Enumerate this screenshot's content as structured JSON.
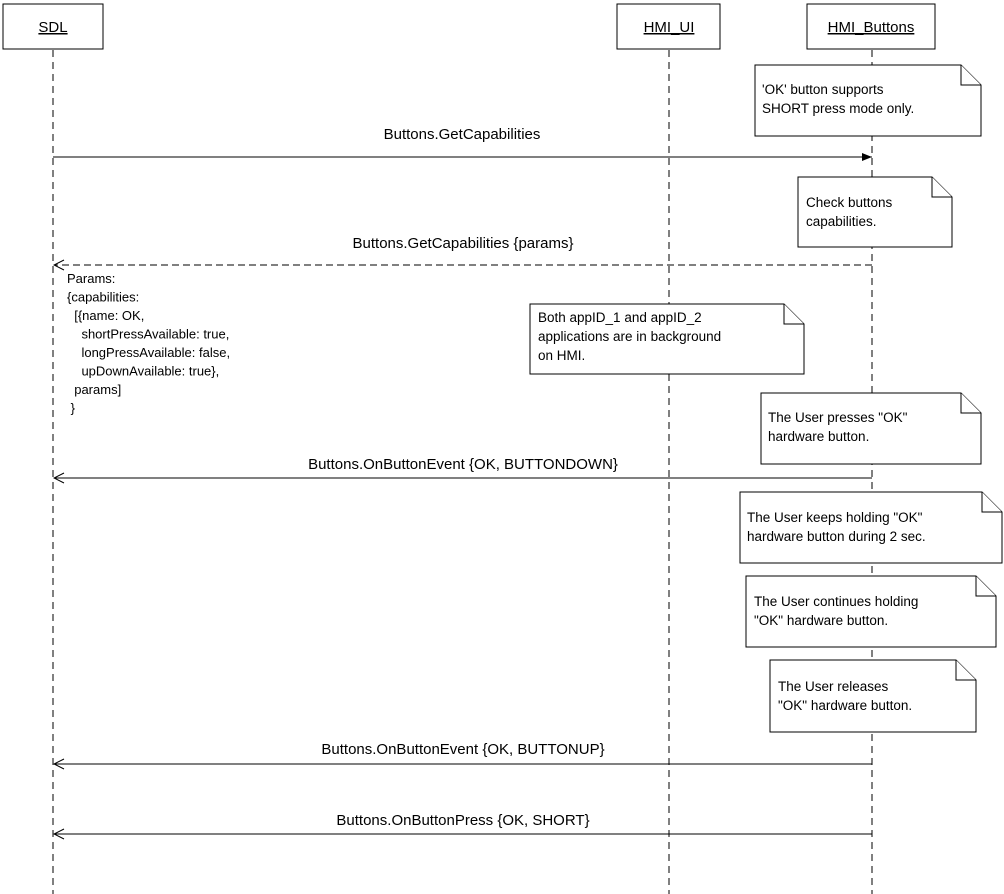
{
  "actors": [
    {
      "id": "sdl",
      "label": "SDL"
    },
    {
      "id": "hmi_ui",
      "label": "HMI_UI"
    },
    {
      "id": "hmi_buttons",
      "label": "HMI_Buttons"
    }
  ],
  "messages": [
    {
      "from": "sdl",
      "to": "hmi_buttons",
      "label": "Buttons.GetCapabilities",
      "style": "solid",
      "arrow": "filled"
    },
    {
      "from": "hmi_buttons",
      "to": "sdl",
      "label": "Buttons.GetCapabilities {params}",
      "style": "dashed",
      "arrow": "open"
    },
    {
      "from": "hmi_buttons",
      "to": "sdl",
      "label": "Buttons.OnButtonEvent {OK, BUTTONDOWN}",
      "style": "solid",
      "arrow": "open"
    },
    {
      "from": "hmi_buttons",
      "to": "sdl",
      "label": "Buttons.OnButtonEvent {OK, BUTTONUP}",
      "style": "solid",
      "arrow": "open"
    },
    {
      "from": "hmi_buttons",
      "to": "sdl",
      "label": "Buttons.OnButtonPress {OK, SHORT}",
      "style": "solid",
      "arrow": "open"
    }
  ],
  "notes": [
    {
      "id": "ok-short-only",
      "lines": [
        "'OK' button supports",
        "SHORT press mode only."
      ]
    },
    {
      "id": "check-capabilities",
      "lines": [
        "Check buttons",
        "capabilities."
      ]
    },
    {
      "id": "apps-background",
      "lines": [
        "Both appID_1 and appID_2",
        "applications are in background",
        "on HMI."
      ]
    },
    {
      "id": "user-presses",
      "lines": [
        "The User presses \"OK\"",
        "hardware button."
      ]
    },
    {
      "id": "user-keeps-holding",
      "lines": [
        "The User keeps holding \"OK\"",
        "hardware button during  2 sec."
      ]
    },
    {
      "id": "user-continues-holding",
      "lines": [
        "The User continues holding",
        "\"OK\"  hardware button."
      ]
    },
    {
      "id": "user-releases",
      "lines": [
        "The User releases",
        "\"OK\" hardware button."
      ]
    }
  ],
  "params_block": {
    "lines": [
      "Params:",
      "{capabilities:",
      "  [{name: OK,",
      "    shortPressAvailable: true,",
      "    longPressAvailable: false,",
      "    upDownAvailable: true},",
      "  params]",
      " }"
    ]
  }
}
